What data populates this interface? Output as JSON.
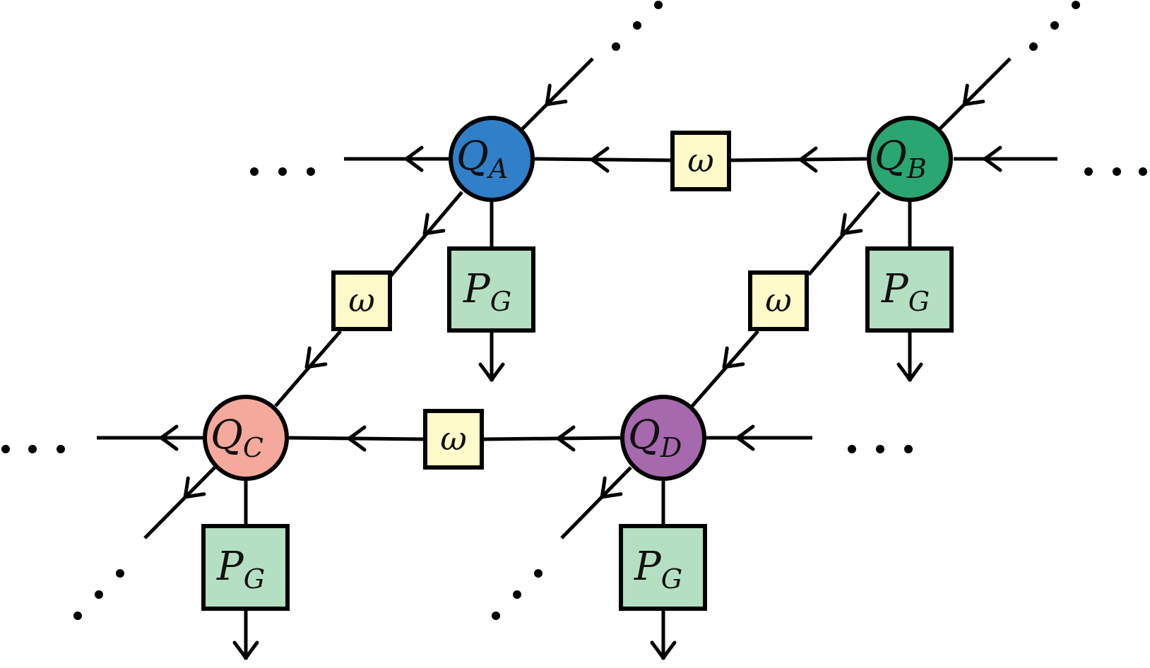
{
  "colors": {
    "node_A": "#2f7fc9",
    "node_B": "#2aa672",
    "node_C": "#f5a99d",
    "node_D": "#a669ad",
    "projector_box": "#b5dfc2",
    "omega_box": "#fffac9",
    "line": "#000000"
  },
  "nodes": {
    "A": {
      "symbol": "Q",
      "subscript": "A"
    },
    "B": {
      "symbol": "Q",
      "subscript": "B"
    },
    "C": {
      "symbol": "Q",
      "subscript": "C"
    },
    "D": {
      "symbol": "Q",
      "subscript": "D"
    }
  },
  "projector": {
    "symbol": "P",
    "subscript": "G"
  },
  "bond": {
    "symbol": "ω"
  }
}
